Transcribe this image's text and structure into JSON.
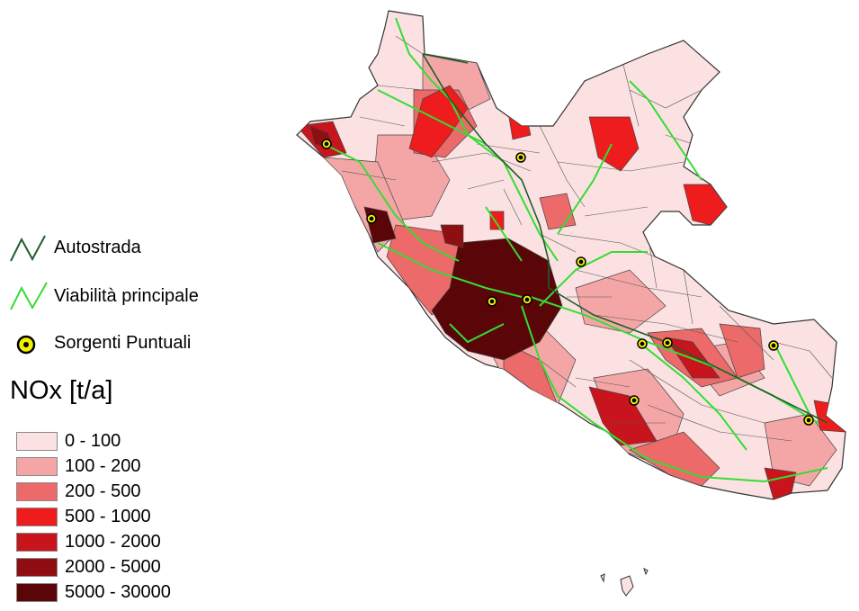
{
  "legend": {
    "autostrada": {
      "label": "Autostrada",
      "icon": "zigzag-line-icon",
      "color": "#1f5e2a"
    },
    "viabilita": {
      "label": "Viabilità principale",
      "icon": "zigzag-line-icon",
      "color": "#33dd33"
    },
    "sorgenti": {
      "label": "Sorgenti Puntuali",
      "icon": "point-source-icon",
      "color": "#f5f000"
    },
    "title": "NOx [t/a]",
    "classes": [
      {
        "label": "0 - 100",
        "color": "#fbe1e1"
      },
      {
        "label": "100 - 200",
        "color": "#f4a6a6"
      },
      {
        "label": "200 - 500",
        "color": "#ec6a6a"
      },
      {
        "label": "500 - 1000",
        "color": "#ee1c1c"
      },
      {
        "label": "1000 - 2000",
        "color": "#c8141c"
      },
      {
        "label": "2000 - 5000",
        "color": "#8e0e12"
      },
      {
        "label": "5000 - 30000",
        "color": "#5a0508"
      }
    ]
  }
}
